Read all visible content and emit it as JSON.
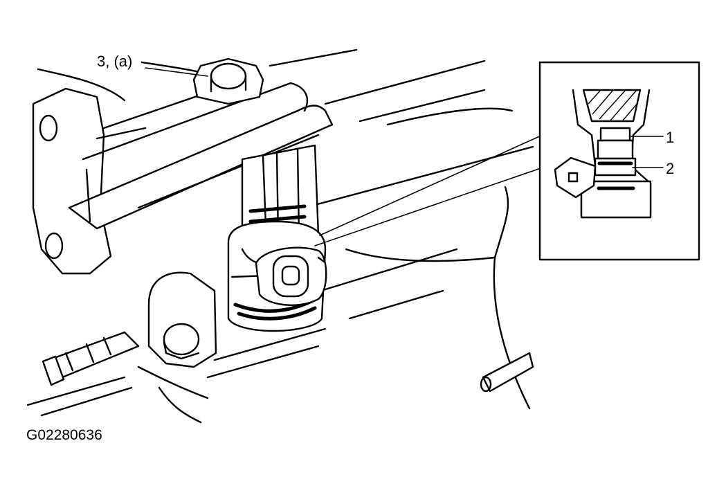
{
  "diagram": {
    "callouts": {
      "bolt": "3, (a)",
      "item_1": "1",
      "item_2": "2"
    },
    "figure_id": "G02280636"
  },
  "colors": {
    "ink": "#000000",
    "paper": "#ffffff"
  }
}
